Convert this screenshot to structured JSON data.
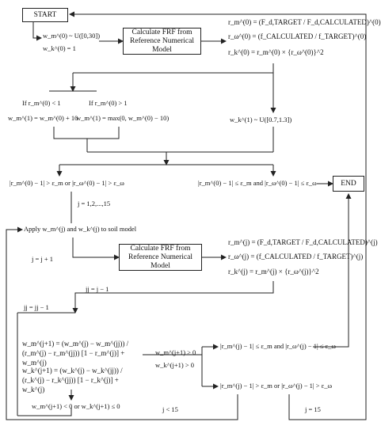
{
  "nodes": {
    "start": "START",
    "end": "END",
    "calc_frf_1": "Calculate FRF from Reference Numerical Model",
    "calc_frf_2": "Calculate FRF from Reference Numerical Model",
    "apply": "Apply w_m^(j) and w_k^(j) to soil model"
  },
  "formulas": {
    "init_wm": "w_m^(0) ~ U([0,30])",
    "init_wk": "w_k^(0) = 1",
    "r0_m": "r_m^(0) = (F_d,TARGET / F_d,CALCULATED)^(0)",
    "r0_w": "r_ω^(0) = (f_CALCULATED / f_TARGET)^(0)",
    "r0_k": "r_k^(0) = r_m^(0) × {r_ω^(0)}^2",
    "if_lt": "If r_m^(0) < 1",
    "if_gt": "If r_m^(0) > 1",
    "wm1_lt": "w_m^(1) = w_m^(0) + 10",
    "wm1_gt": "w_m^(1) = max(0, w_m^(0) − 10)",
    "wk1": "w_k^(1) ~ U([0.7,1.3])",
    "cond_fail": "|r_m^(0) − 1| > ε_m or |r_ω^(0) − 1| > ε_ω",
    "cond_pass": "|r_m^(0) − 1| ≤ ε_m and |r_ω^(0) − 1| ≤ ε_ω",
    "j_range": "j = 1,2,...,15",
    "j_inc": "j = j + 1",
    "rj_m": "r_m^(j) = (F_d,TARGET / F_d,CALCULATED)^(j)",
    "rj_w": "r_ω^(j) = (f_CALCULATED / f_TARGET)^(j)",
    "rj_k": "r_k^(j) = r_m^(j) × {r_ω^(j)}^2",
    "jj_assign": "jj = j − 1",
    "jj_dec": "jj = jj − 1",
    "wm_update": "w_m^(j+1) = (w_m^(j) − w_m^(jj)) / (r_m^(j) − r_m^(jj)) [1 − r_m^(j)] + w_m^(j)",
    "wk_update": "w_k^(j+1) = (w_k^(j) − w_k^(jj)) / (r_k^(j) − r_k^(jj)) [1 − r_k^(j)] + w_k^(j)",
    "neg_cond": "w_m^(j+1) < 0 or w_k^(j+1) ≤ 0",
    "pos_cond_1": "w_m^(j+1) ≥ 0",
    "pos_cond_2": "w_k^(j+1) > 0",
    "condj_pass": "|r_m^(j) − 1| ≤ ε_m and |r_ω^(j) − 1| ≤ ε_ω",
    "condj_fail": "|r_m^(j) − 1| > ε_m or |r_ω^(j) − 1| > ε_ω",
    "j_lt": "j < 15",
    "j_eq": "j = 15"
  }
}
